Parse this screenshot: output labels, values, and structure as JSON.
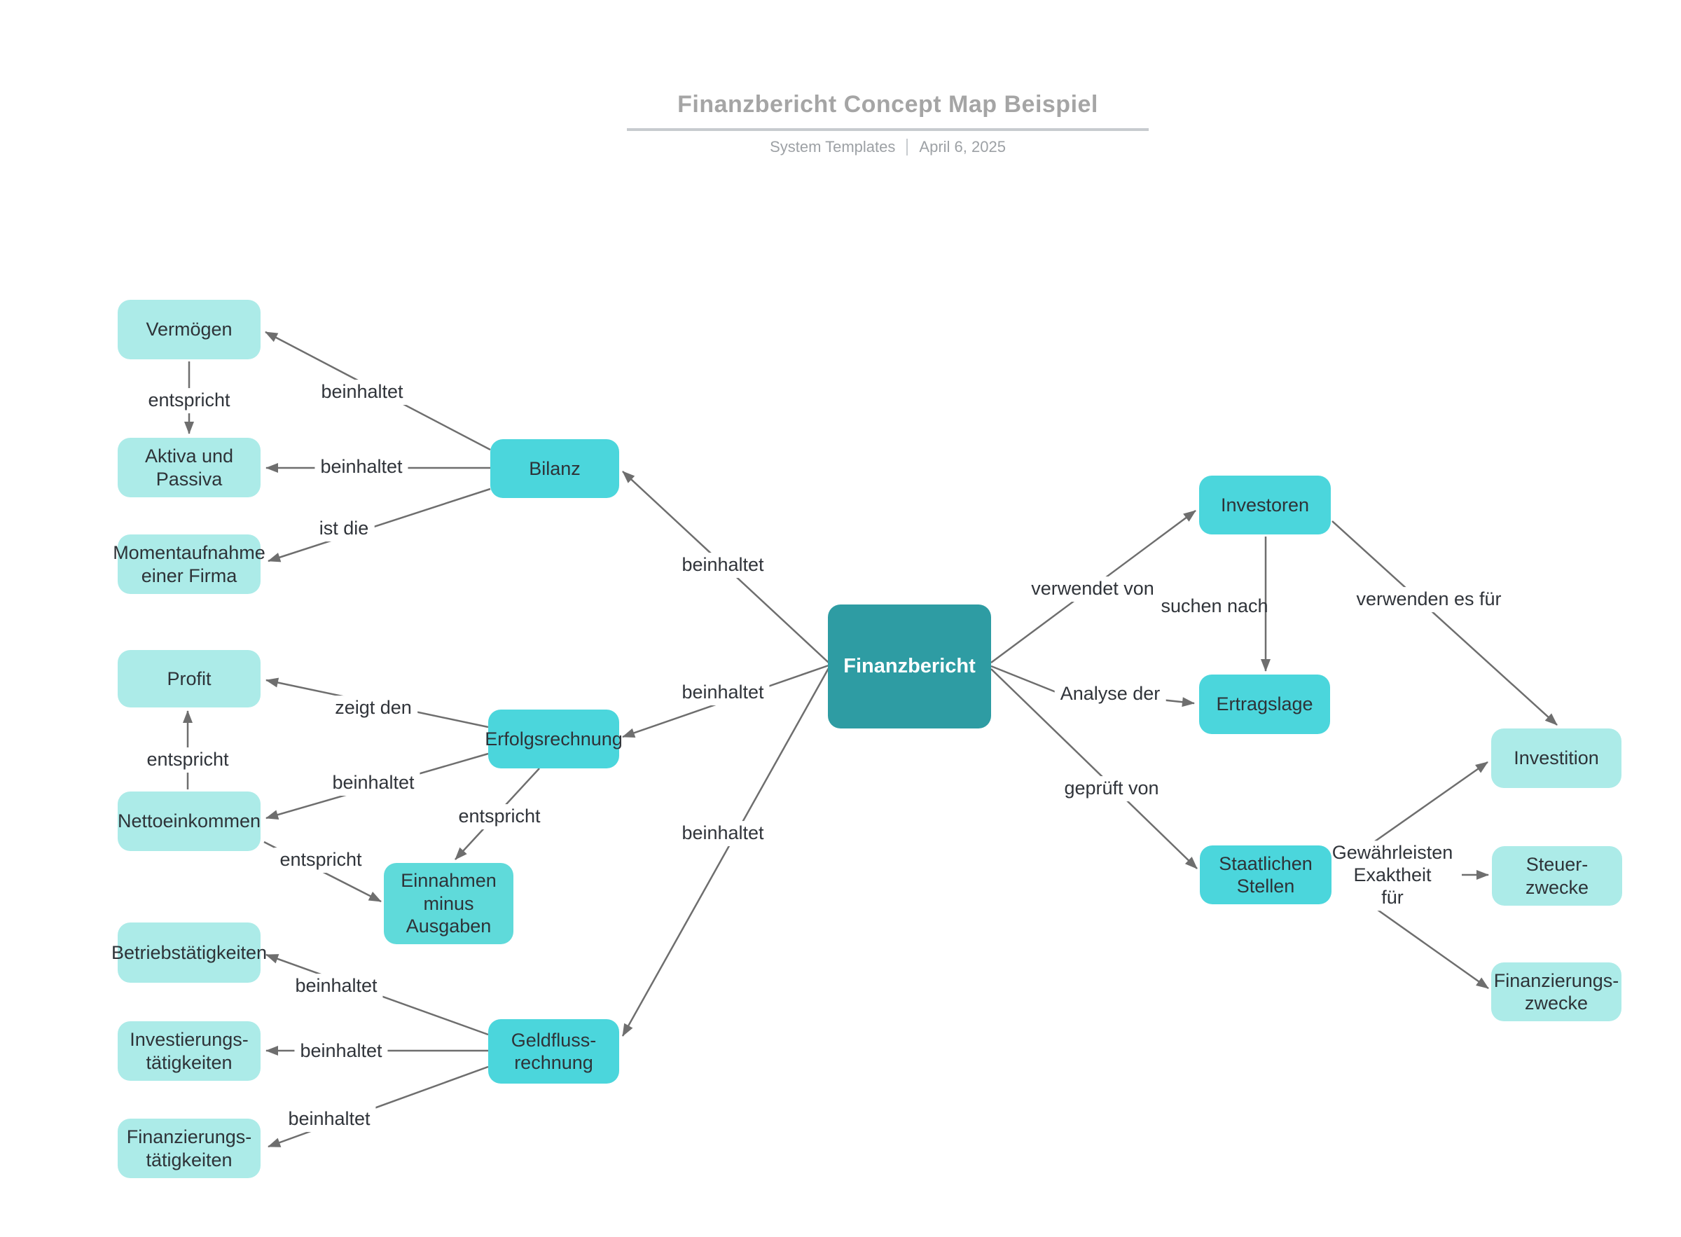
{
  "header": {
    "title": "Finanzbericht Concept Map Beispiel",
    "subtitle_left": "System Templates",
    "subtitle_right": "April 6, 2025"
  },
  "colors": {
    "node_light": "#ACEBE8",
    "node_mid": "#5FDADA",
    "node_bright": "#4BD6DC",
    "node_primary": "#2E9CA3",
    "edge": "#6E6E6E"
  },
  "nodes": {
    "finanzbericht": {
      "label": "Finanzbericht"
    },
    "bilanz": {
      "label": "Bilanz"
    },
    "vermoegen": {
      "label": "Vermögen"
    },
    "aktiva_passiva": {
      "label": "Aktiva und\nPassiva"
    },
    "momentaufnahme": {
      "label": "Momentaufnahme\neiner Firma"
    },
    "erfolgsrechnung": {
      "label": "Erfolgsrechnung"
    },
    "profit": {
      "label": "Profit"
    },
    "nettoeinkommen": {
      "label": "Nettoeinkommen"
    },
    "einnahmen_minus_ausgaben": {
      "label": "Einnahmen\nminus\nAusgaben"
    },
    "geldflussrechnung": {
      "label": "Geldfluss-\nrechnung"
    },
    "betriebstaetigkeiten": {
      "label": "Betriebstätigkeiten"
    },
    "investierungstaetigkeiten": {
      "label": "Investierungs-\ntätigkeiten"
    },
    "finanzierungstaetigkeiten": {
      "label": "Finanzierungs-\ntätigkeiten"
    },
    "investoren": {
      "label": "Investoren"
    },
    "ertragslage": {
      "label": "Ertragslage"
    },
    "staatliche_stellen": {
      "label": "Staatlichen\nStellen"
    },
    "investition": {
      "label": "Investition"
    },
    "steuerzwecke": {
      "label": "Steuer-\nzwecke"
    },
    "finanzierungszwecke": {
      "label": "Finanzierungs-\nzwecke"
    }
  },
  "edges": [
    {
      "from": "bilanz",
      "to": "vermoegen",
      "label": "beinhaltet"
    },
    {
      "from": "bilanz",
      "to": "aktiva_passiva",
      "label": "beinhaltet"
    },
    {
      "from": "bilanz",
      "to": "momentaufnahme",
      "label": "ist die"
    },
    {
      "from": "vermoegen",
      "to": "aktiva_passiva",
      "label": "entspricht"
    },
    {
      "from": "finanzbericht",
      "to": "bilanz",
      "label": "beinhaltet"
    },
    {
      "from": "erfolgsrechnung",
      "to": "profit",
      "label": "zeigt den"
    },
    {
      "from": "nettoeinkommen",
      "to": "profit",
      "label": "entspricht"
    },
    {
      "from": "erfolgsrechnung",
      "to": "nettoeinkommen",
      "label": "beinhaltet"
    },
    {
      "from": "nettoeinkommen",
      "to": "einnahmen_minus_ausgaben",
      "label": "entspricht"
    },
    {
      "from": "erfolgsrechnung",
      "to": "einnahmen_minus_ausgaben",
      "label": "entspricht"
    },
    {
      "from": "finanzbericht",
      "to": "erfolgsrechnung",
      "label": "beinhaltet"
    },
    {
      "from": "finanzbericht",
      "to": "geldflussrechnung",
      "label": "beinhaltet"
    },
    {
      "from": "geldflussrechnung",
      "to": "betriebstaetigkeiten",
      "label": "beinhaltet"
    },
    {
      "from": "geldflussrechnung",
      "to": "investierungstaetigkeiten",
      "label": "beinhaltet"
    },
    {
      "from": "geldflussrechnung",
      "to": "finanzierungstaetigkeiten",
      "label": "beinhaltet"
    },
    {
      "from": "finanzbericht",
      "to": "investoren",
      "label": "verwendet von"
    },
    {
      "from": "investoren",
      "to": "ertragslage",
      "label": "suchen nach"
    },
    {
      "from": "investoren",
      "to": "investition",
      "label": "verwenden es für"
    },
    {
      "from": "finanzbericht",
      "to": "ertragslage",
      "label": "Analyse der"
    },
    {
      "from": "finanzbericht",
      "to": "staatliche_stellen",
      "label": "geprüft von"
    },
    {
      "from": "staatliche_stellen",
      "to": [
        "investition",
        "steuerzwecke",
        "finanzierungszwecke"
      ],
      "label": "Gewährleisten\nExaktheit\nfür"
    }
  ]
}
